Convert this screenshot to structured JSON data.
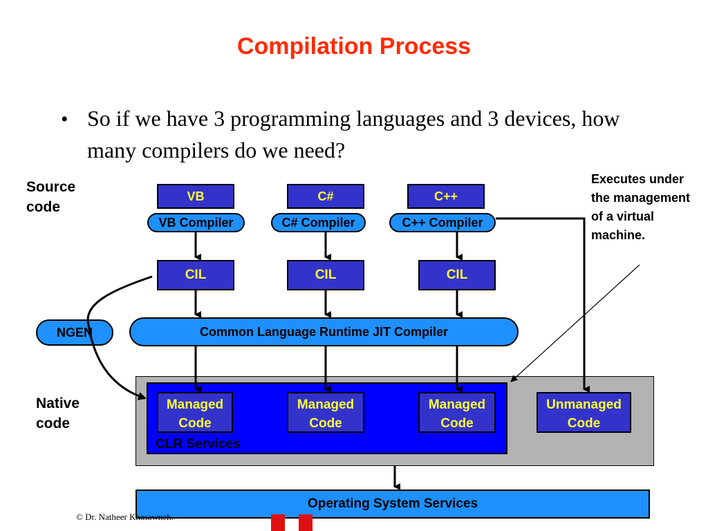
{
  "slide": {
    "title": "Compilation Process",
    "bullet": "So if we have 3 programming languages and 3 devices, how many compilers do we need?",
    "bullet_marker": "•"
  },
  "labels": {
    "source_code": "Source code",
    "native_code": "Native code",
    "executes_note": "Executes under the management of a virtual machine."
  },
  "languages": [
    "VB",
    "C#",
    "C++"
  ],
  "compilers": [
    "VB Compiler",
    "C# Compiler",
    "C++ Compiler"
  ],
  "cil": [
    "CIL",
    "CIL",
    "CIL"
  ],
  "ngen": "NGEN",
  "jit": "Common Language Runtime JIT Compiler",
  "managed": [
    "Managed Code",
    "Managed Code",
    "Managed Code"
  ],
  "unmanaged": "Unmanaged Code",
  "clr_services": "CLR Services",
  "os_services": "Operating System Services",
  "footer": {
    "copyright": "© Dr. Natheer Khasawneh."
  },
  "colors": {
    "title": "#ff2a00",
    "dark_box": "#3333cc",
    "dark_box_text": "#ffff33",
    "light_box": "#1e90ff",
    "clr_region": "#0000ff",
    "gray_region": "#b3b3b3"
  }
}
